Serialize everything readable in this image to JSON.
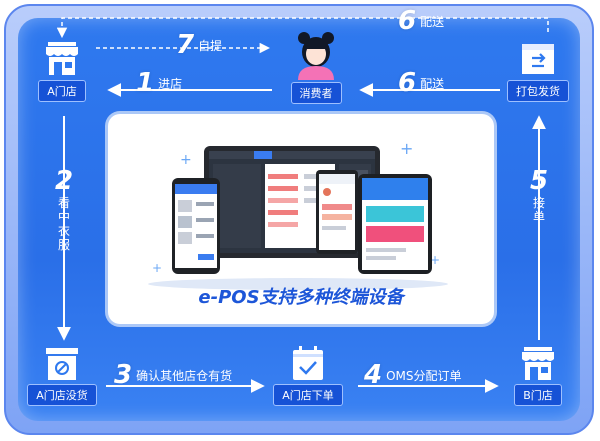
{
  "panel": {
    "caption": "e-POS支持多种终端设备"
  },
  "nodes": {
    "a_store": "A门店",
    "consumer": "消费者",
    "pack_ship": "打包发货",
    "a_out_of_stock": "A门店没货",
    "a_place_order": "A门店下单",
    "b_store": "B门店"
  },
  "steps": {
    "s1": {
      "num": "1",
      "text": "进店"
    },
    "s2": {
      "num": "2",
      "text": "看中衣服"
    },
    "s3": {
      "num": "3",
      "text": "确认其他店仓有货"
    },
    "s4": {
      "num": "4",
      "text": "OMS分配订单"
    },
    "s5": {
      "num": "5",
      "text": "接单"
    },
    "s6a": {
      "num": "6",
      "text": "配送"
    },
    "s6b": {
      "num": "6",
      "text": "配送"
    },
    "s7": {
      "num": "7",
      "text": "自提"
    }
  },
  "colors": {
    "frame": "#2f79ef",
    "label_bg": "#1652d6",
    "caption": "#1d56d8"
  },
  "icons": [
    "storefront-icon",
    "consumer-avatar-icon",
    "package-icon",
    "out-of-stock-box-icon",
    "calendar-check-icon",
    "devices-icon"
  ]
}
